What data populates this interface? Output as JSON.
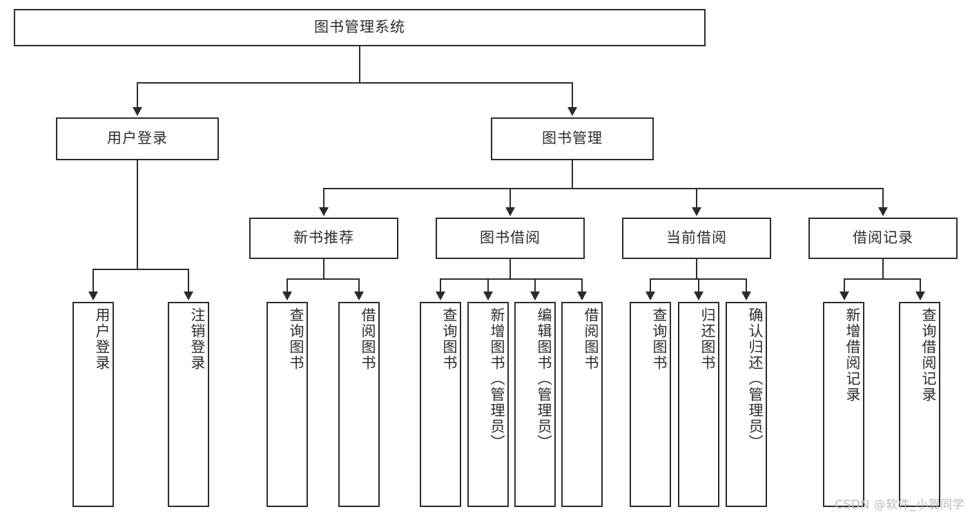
{
  "diagram": {
    "title": "图书管理系统",
    "root": {
      "label": "图书管理系统"
    },
    "level2": [
      {
        "label": "用户登录"
      },
      {
        "label": "图书管理"
      }
    ],
    "level3": [
      {
        "label": "新书推荐"
      },
      {
        "label": "图书借阅"
      },
      {
        "label": "当前借阅"
      },
      {
        "label": "借阅记录"
      }
    ],
    "leaves": {
      "user_login": [
        {
          "label": "用户登录"
        },
        {
          "label": "注销登录"
        }
      ],
      "new_book_recommend": [
        {
          "label": "查询图书"
        },
        {
          "label": "借阅图书"
        }
      ],
      "book_borrow": [
        {
          "label": "查询图书"
        },
        {
          "label": "新增图书（管理员）"
        },
        {
          "label": "编辑图书（管理员）"
        },
        {
          "label": "借阅图书"
        }
      ],
      "current_borrow": [
        {
          "label": "查询图书"
        },
        {
          "label": "归还图书"
        },
        {
          "label": "确认归还（管理员）"
        }
      ],
      "borrow_record": [
        {
          "label": "新增借阅记录"
        },
        {
          "label": "查询借阅记录"
        }
      ]
    }
  },
  "watermark": {
    "text": "CSDN @软件_小贺同学"
  },
  "colors": {
    "stroke": "#2b2b2b",
    "fill": "#ffffff",
    "watermark": "#b9b9b9"
  }
}
